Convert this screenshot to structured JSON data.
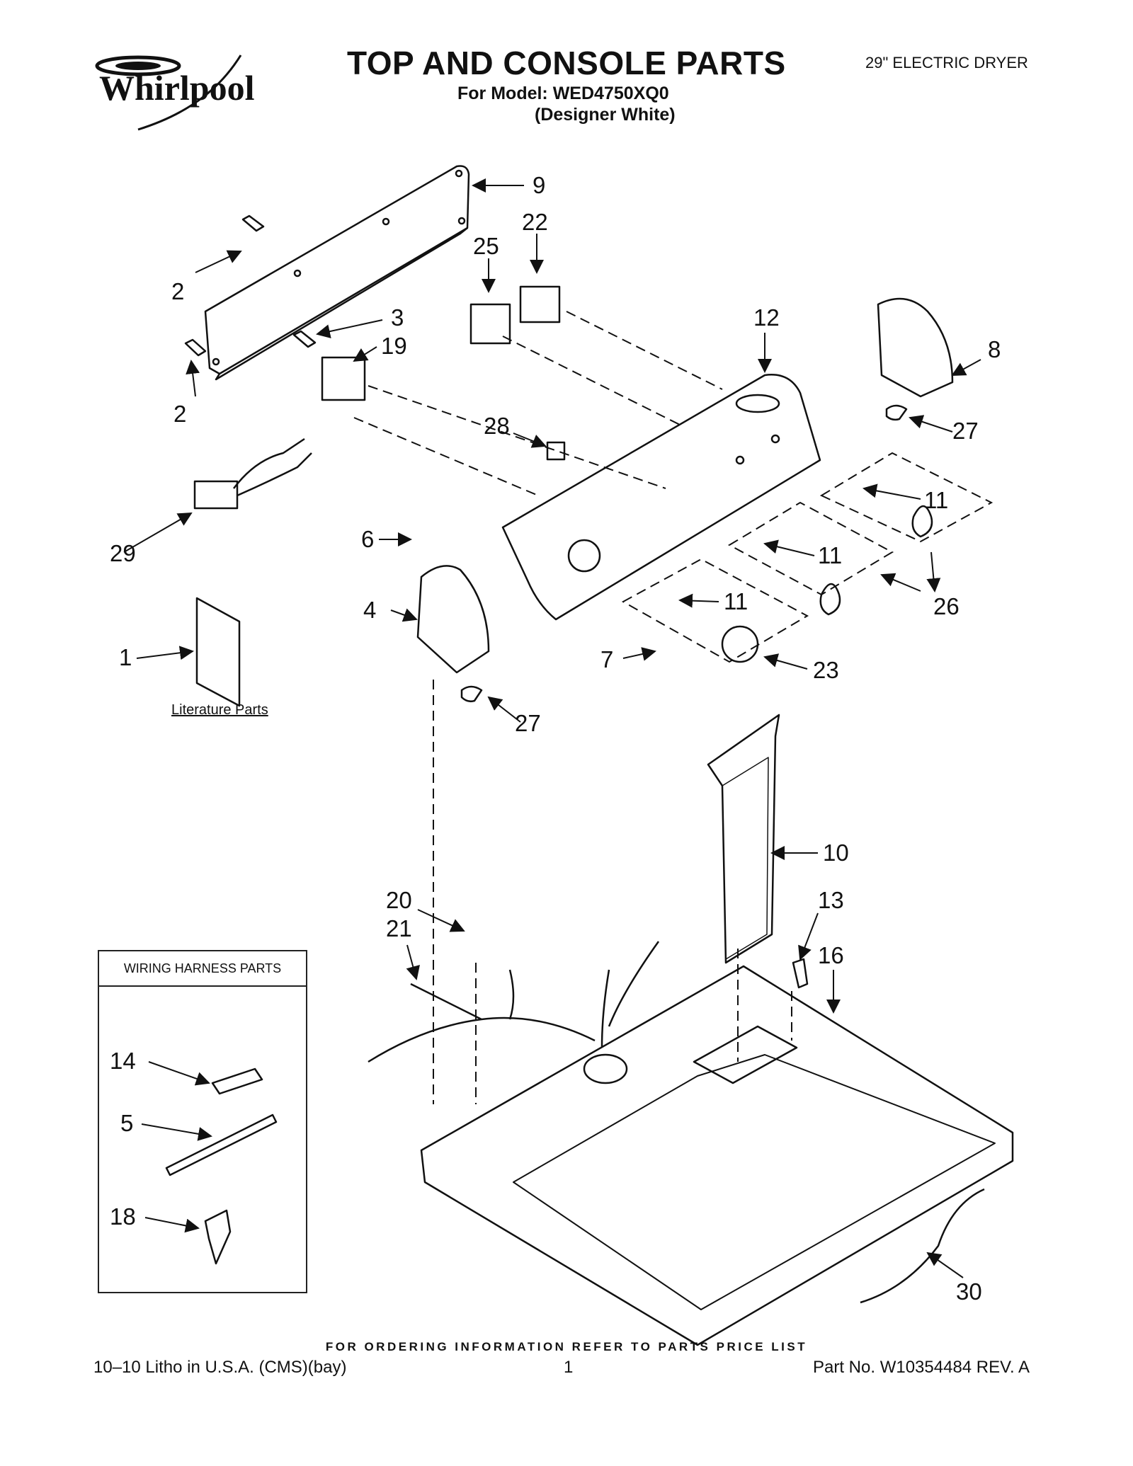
{
  "header": {
    "brand": "Whirlpool",
    "title": "TOP AND CONSOLE PARTS",
    "model_line": "For Model: WED4750XQ0",
    "color_line": "(Designer White)",
    "product": "29\" ELECTRIC DRYER"
  },
  "diagram": {
    "literature_label": "Literature Parts",
    "wiring_box_title": "WIRING HARNESS PARTS",
    "callouts": [
      "9",
      "22",
      "25",
      "2",
      "3",
      "19",
      "2",
      "12",
      "8",
      "27",
      "28",
      "11",
      "29",
      "6",
      "11",
      "4",
      "11",
      "26",
      "1",
      "7",
      "23",
      "27",
      "10",
      "20",
      "21",
      "13",
      "16",
      "14",
      "5",
      "18",
      "30"
    ]
  },
  "footer": {
    "order_note": "FOR ORDERING INFORMATION REFER TO PARTS PRICE LIST",
    "litho": "10–10 Litho in U.S.A. (CMS)(bay)",
    "page": "1",
    "part_no": "Part No. W10354484 REV. A"
  },
  "colors": {
    "ink": "#111111",
    "paper": "#ffffff"
  }
}
